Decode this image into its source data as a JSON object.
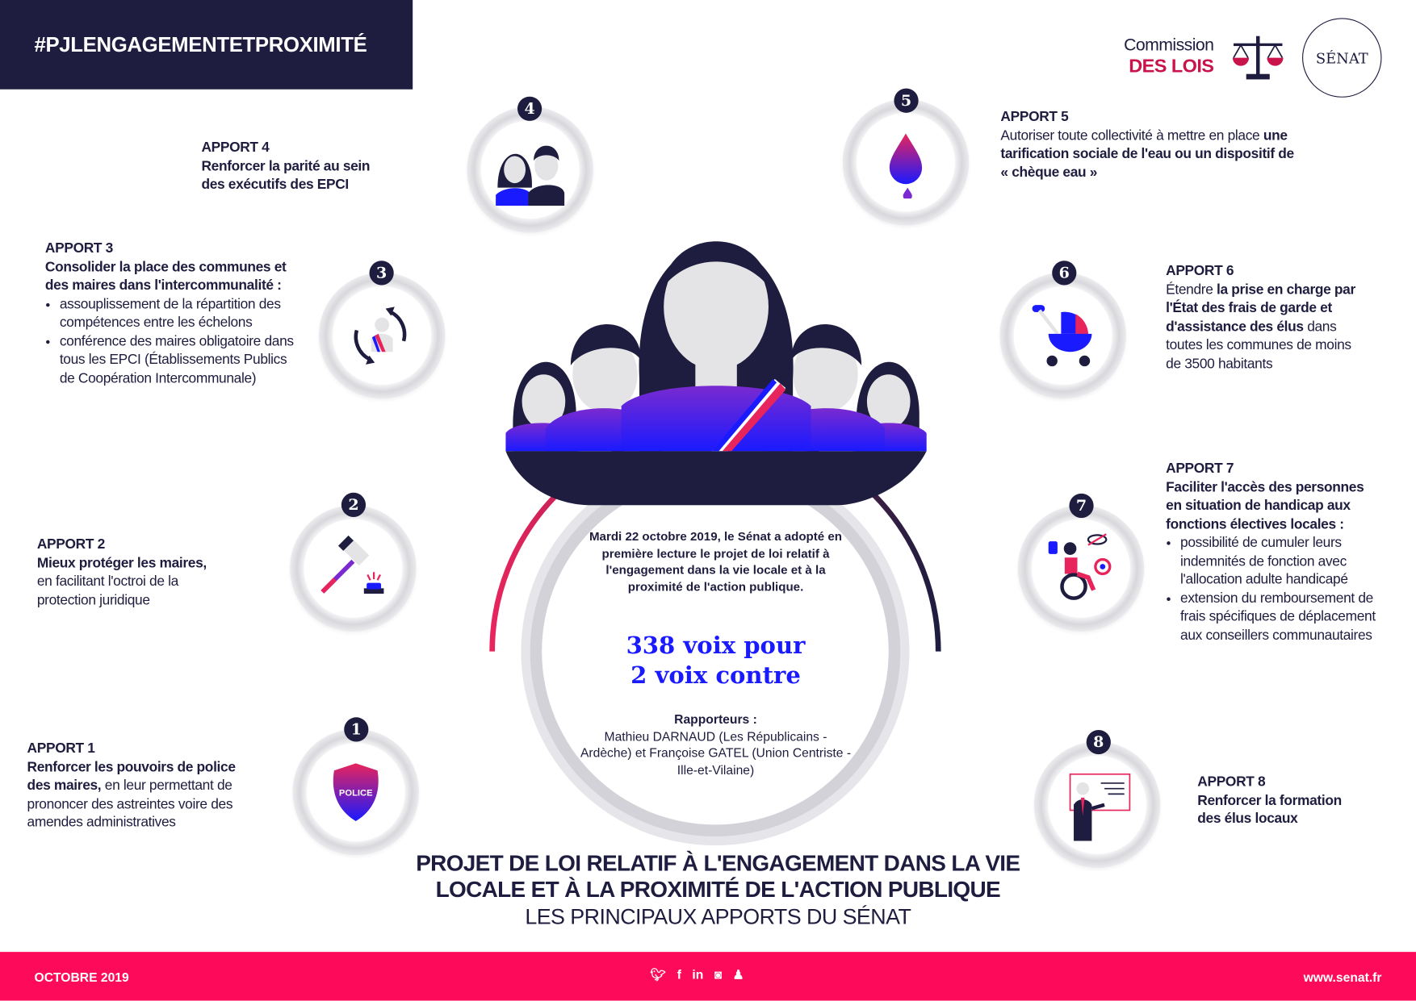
{
  "header": {
    "hashtag": "#PJLENGAGEMENTETPROXIMITÉ"
  },
  "logo": {
    "commission": "Commission",
    "des_lois": "DES LOIS",
    "senat": "SÉNAT"
  },
  "colors": {
    "navy": "#1e1d3f",
    "pink": "#fe0a5a",
    "crimson": "#c8134b",
    "vote_blue": "#1a1aff"
  },
  "apports": [
    {
      "num": "1",
      "label": "APPORT 1",
      "bold": "Renforcer les pouvoirs de police des maires,",
      "text": " en leur permettant de prononcer des astreintes voire des amendes administratives",
      "icon": "police-badge-icon",
      "badge_text": "POLICE"
    },
    {
      "num": "2",
      "label": "APPORT 2",
      "bold": "Mieux protéger  les maires,",
      "text": "en facilitant l'octroi de la protection juridique",
      "icon": "gavel-icon"
    },
    {
      "num": "3",
      "label": "APPORT 3",
      "bold": "Consolider la place des communes et des maires dans l'intercommunalité :",
      "bullets": [
        "assouplissement de la répartition des compétences entre les échelons",
        "conférence des maires obligatoire dans tous les EPCI (Établissements Publics de Coopération Intercommunale)"
      ],
      "icon": "mayor-cycle-icon"
    },
    {
      "num": "4",
      "label": "APPORT 4",
      "bold": "Renforcer la parité au sein des exécutifs des EPCI",
      "icon": "woman-man-icon"
    },
    {
      "num": "5",
      "label": "APPORT 5",
      "text1": "Autoriser toute collectivité à mettre en place ",
      "bold": "une tarification sociale de l'eau ou un dispositif de « chèque eau »",
      "icon": "water-drop-icon"
    },
    {
      "num": "6",
      "label": "APPORT 6",
      "text1": "Étendre ",
      "bold": "la prise en charge par l'État des frais de garde et d'assistance des élus",
      "text": " dans toutes les communes de moins de 3500 habitants",
      "icon": "stroller-icon"
    },
    {
      "num": "7",
      "label": "APPORT 7",
      "bold": "Faciliter l'accès des personnes en situation de handicap aux fonctions électives locales :",
      "bullets": [
        "possibilité de cumuler leurs indemnités de fonction avec l'allocation adulte handicapé",
        "extension du remboursement de frais spécifiques de déplacement aux conseillers communautaires"
      ],
      "icon": "wheelchair-icon"
    },
    {
      "num": "8",
      "label": "APPORT 8",
      "bold": "Renforcer  la formation des élus locaux",
      "icon": "training-icon"
    }
  ],
  "center": {
    "statement": "Mardi 22 octobre 2019, le Sénat a adopté en première lecture le projet de loi relatif à l'engagement dans la vie locale et à la proximité de l'action publique.",
    "votes_for": "338 voix pour",
    "votes_against": "2 voix contre",
    "rapporteurs_label": "Rapporteurs :",
    "rapporteurs": "Mathieu DARNAUD (Les Républicains - Ardèche) et Françoise GATEL (Union Centriste - Ille-et-Vilaine)"
  },
  "title": {
    "line1": "PROJET DE LOI RELATIF À L'ENGAGEMENT DANS LA VIE",
    "line2": "LOCALE ET À LA PROXIMITÉ DE L'ACTION PUBLIQUE",
    "subtitle": "LES PRINCIPAUX APPORTS DU SÉNAT"
  },
  "footer": {
    "date": "OCTOBRE 2019",
    "website": "www.senat.fr",
    "social": [
      "twitter-icon",
      "facebook-icon",
      "linkedin-icon",
      "instagram-icon",
      "snapchat-icon"
    ]
  }
}
